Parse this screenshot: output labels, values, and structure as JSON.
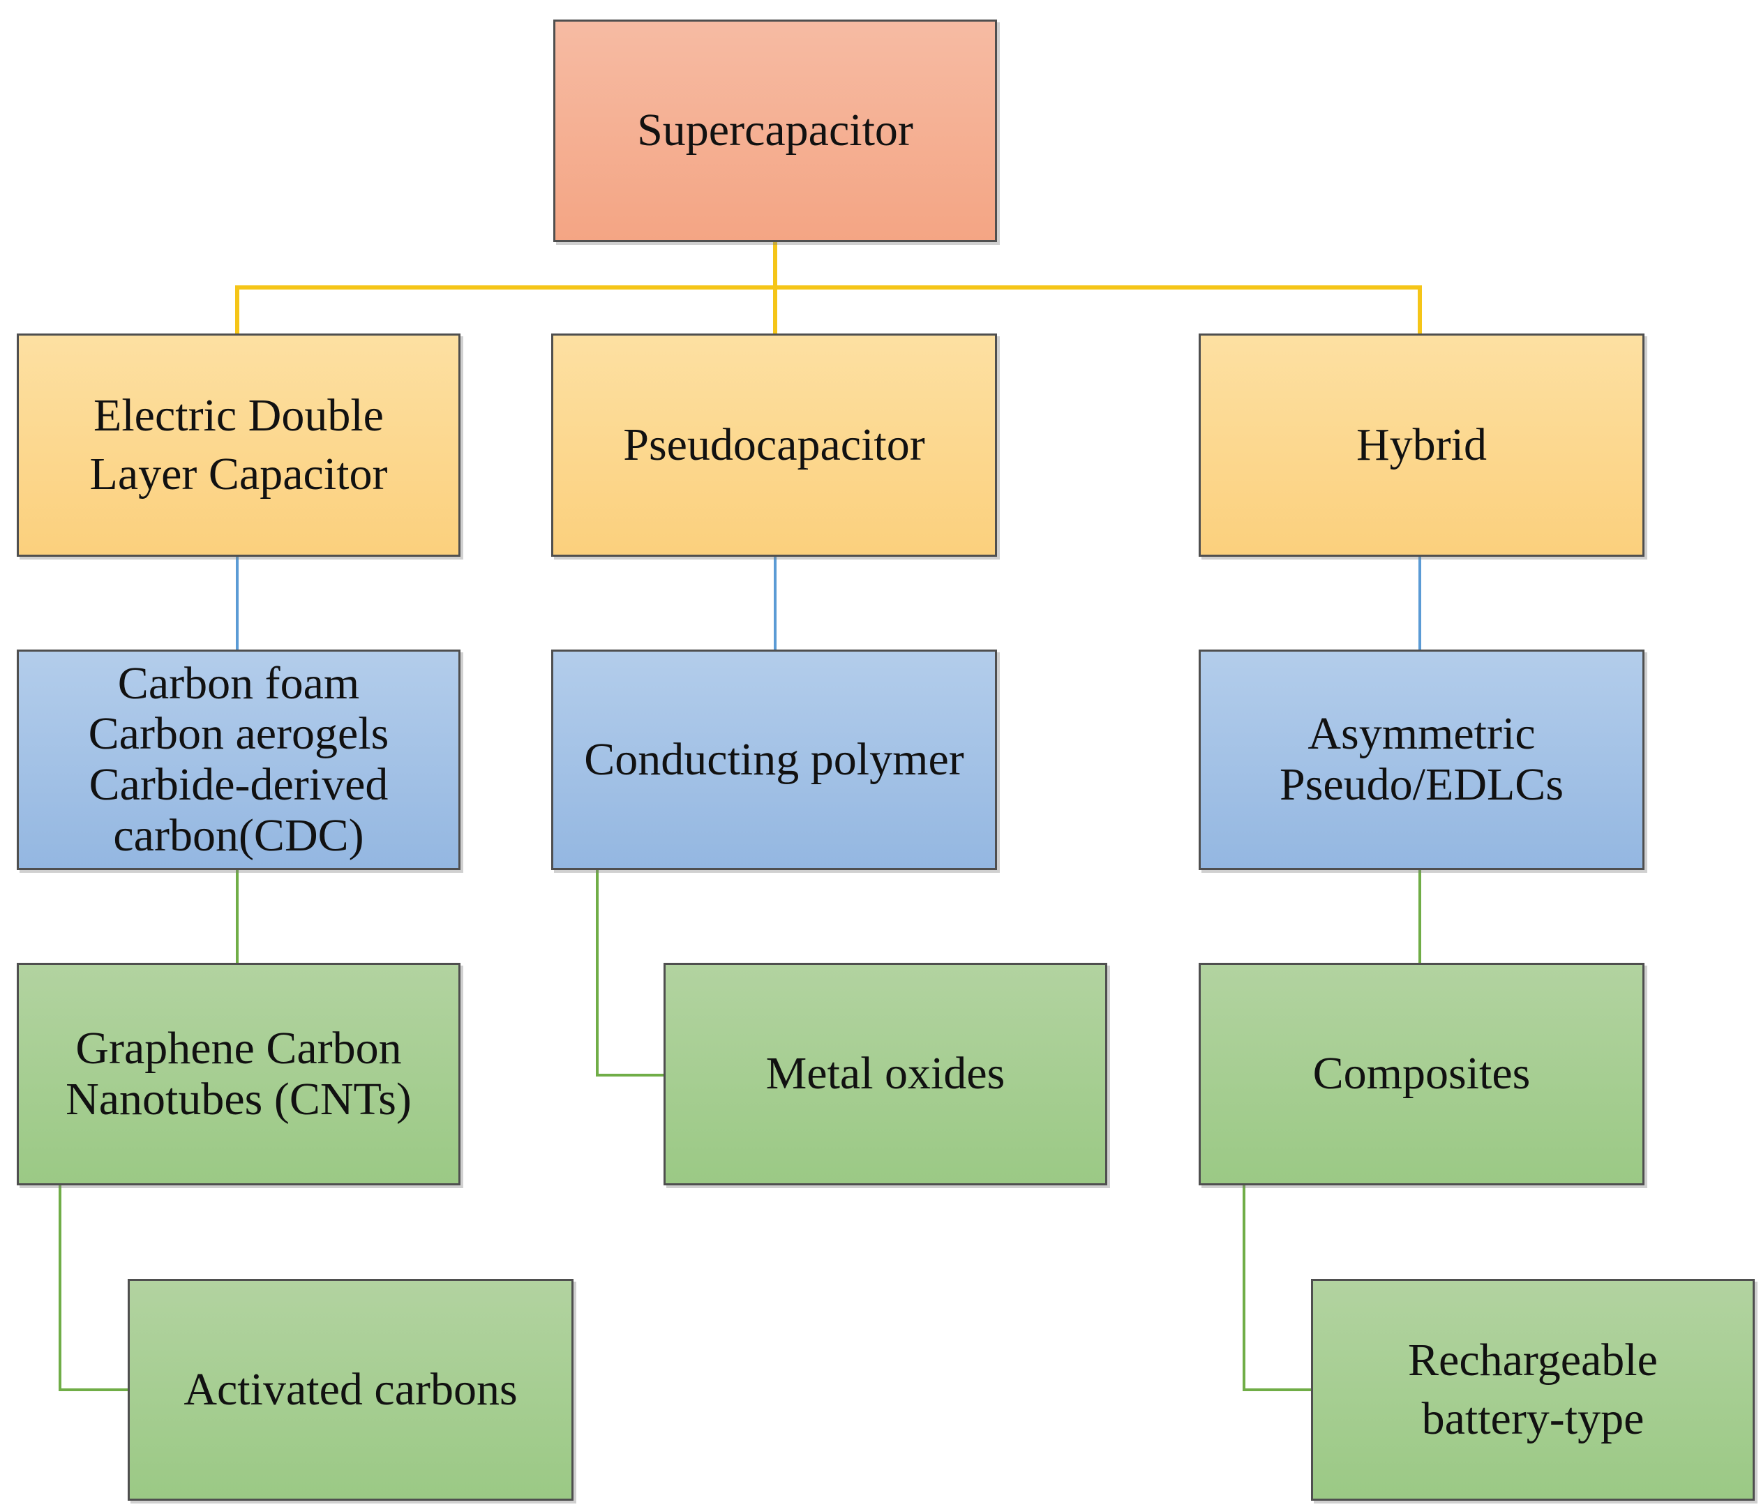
{
  "root": {
    "label": "Supercapacitor"
  },
  "types": [
    {
      "label": "Electric Double\nLayer Capacitor"
    },
    {
      "label": "Pseudocapacitor"
    },
    {
      "label": "Hybrid"
    }
  ],
  "subtypes": [
    {
      "label": "Carbon foam\nCarbon aerogels\nCarbide-derived\ncarbon(CDC)"
    },
    {
      "label": "Conducting polymer"
    },
    {
      "label": "Asymmetric\nPseudo/EDLCs"
    }
  ],
  "materials": [
    {
      "label": "Graphene Carbon\nNanotubes (CNTs)"
    },
    {
      "label": "Metal  oxides"
    },
    {
      "label": "Composites"
    }
  ],
  "leaves": [
    {
      "label": "Activated carbons"
    },
    {
      "label": "Rechargeable\nbattery-type"
    }
  ],
  "colors": {
    "root": "#f4a584",
    "type": "#fbd07d",
    "subtype": "#94b7e1",
    "material": "#9bc985",
    "connector_top": "#f5c518",
    "connector_middle": "#5b9bd5",
    "connector_bottom": "#70ad47"
  }
}
